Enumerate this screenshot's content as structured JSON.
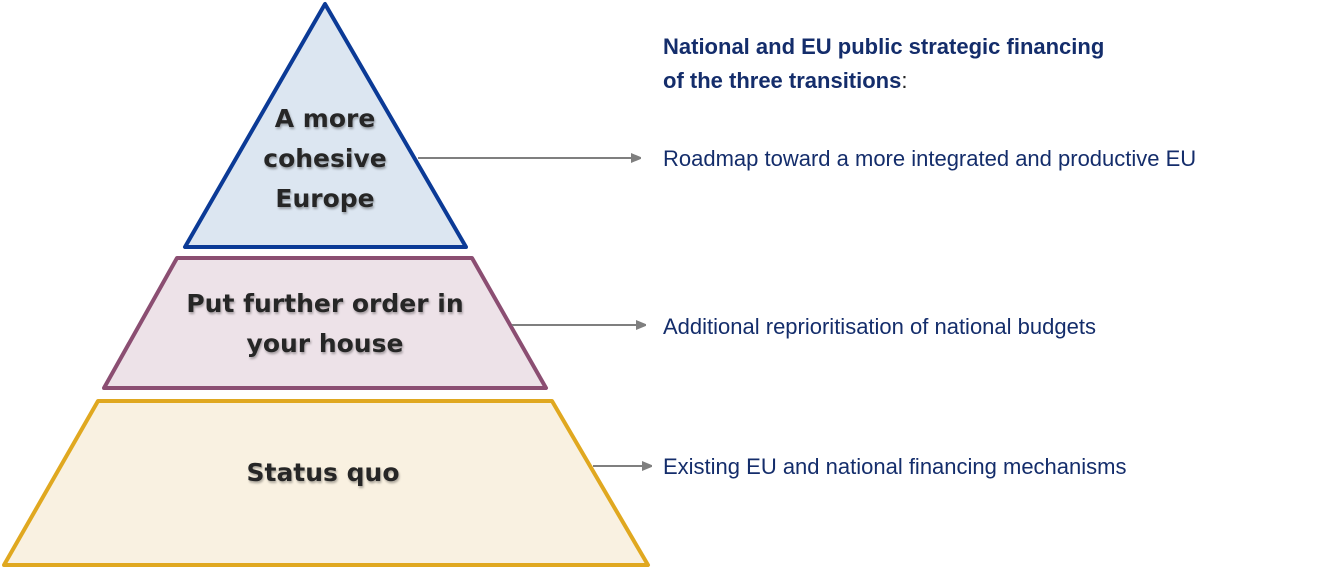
{
  "pyramid": {
    "levels": [
      {
        "lines": [
          "A more",
          "cohesive",
          "Europe"
        ],
        "description": "Roadmap toward a more integrated and productive EU"
      },
      {
        "lines": [
          "Put further order in",
          "your house"
        ],
        "description": "Additional reprioritisation of national budgets"
      },
      {
        "lines": [
          "Status quo"
        ],
        "description": "Existing EU and national financing mechanisms"
      }
    ]
  },
  "heading": {
    "line1": "National and EU public strategic financing",
    "line2": "of the three transitions",
    "colon": ":"
  },
  "colors": {
    "top_stroke": "#0b3a96",
    "top_fill": "#dce6f1",
    "mid_stroke": "#8b4e72",
    "mid_fill": "#ede2e8",
    "base_stroke": "#e0a820",
    "base_fill": "#f9f1e1",
    "arrow": "#7f7f7f"
  }
}
